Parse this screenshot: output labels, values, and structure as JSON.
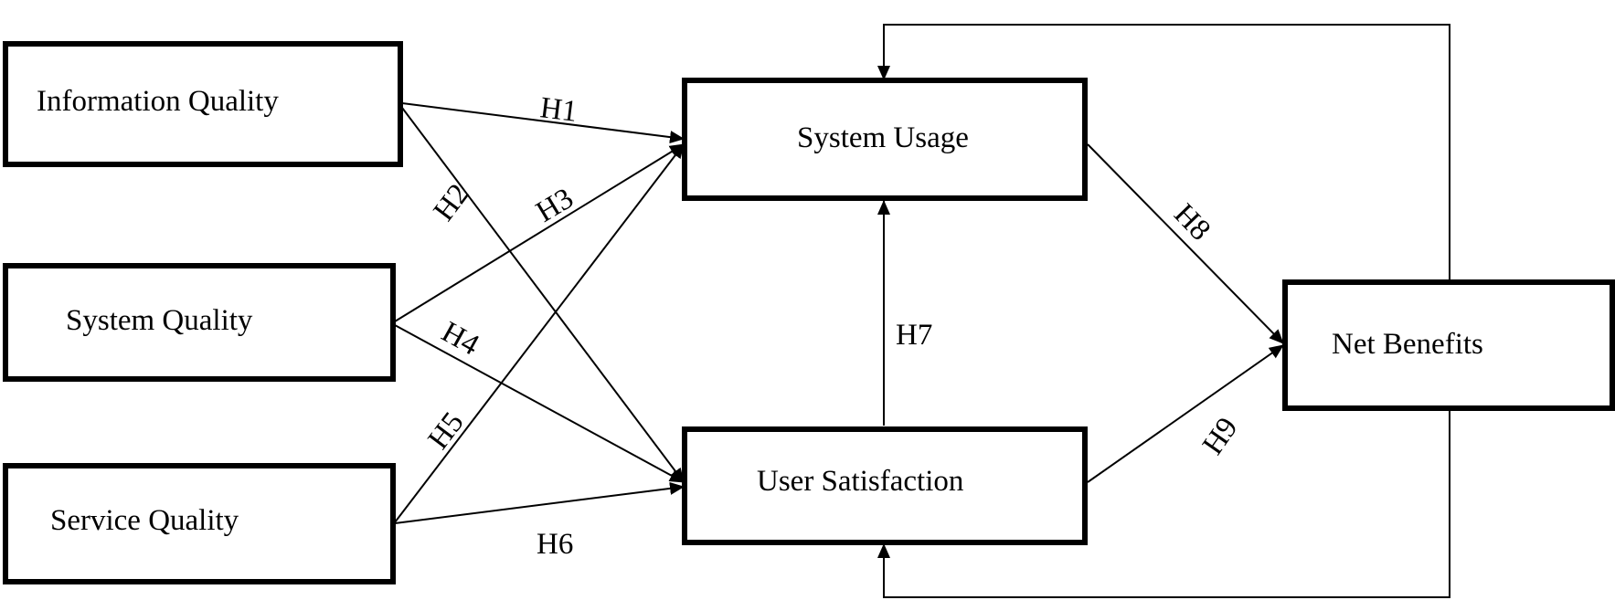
{
  "nodes": {
    "information_quality": "Information Quality",
    "system_quality": "System Quality",
    "service_quality": "Service Quality",
    "system_usage": "System Usage",
    "user_satisfaction": "User Satisfaction",
    "net_benefits": "Net Benefits"
  },
  "hypotheses": {
    "h1": "H1",
    "h2": "H2",
    "h3": "H3",
    "h4": "H4",
    "h5": "H5",
    "h6": "H6",
    "h7": "H7",
    "h8": "H8",
    "h9": "H9"
  },
  "colors": {
    "line": "#000000",
    "background": "#ffffff"
  }
}
